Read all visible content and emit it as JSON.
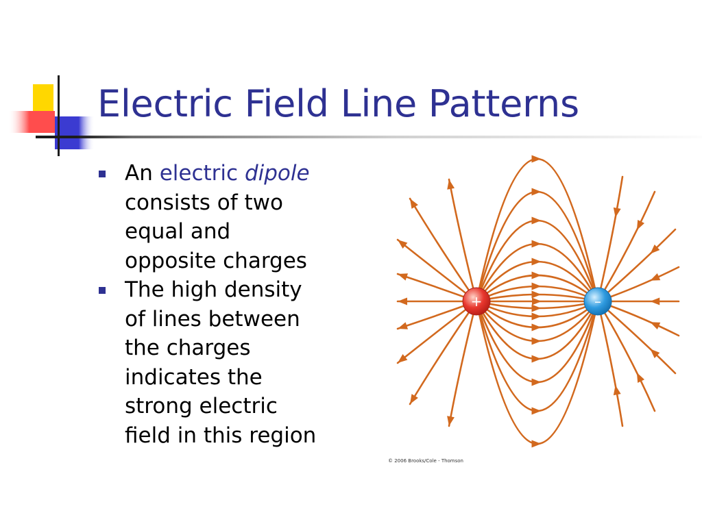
{
  "slide": {
    "title": "Electric Field Line Patterns",
    "bullets": [
      {
        "lines": [
          [
            {
              "text": "An "
            },
            {
              "text": "electric ",
              "style": "accent"
            },
            {
              "text": "dipole",
              "style": "accent italic"
            }
          ],
          [
            {
              "text": "consists of two"
            }
          ],
          [
            {
              "text": "equal and"
            }
          ],
          [
            {
              "text": "opposite charges"
            }
          ]
        ]
      },
      {
        "lines": [
          [
            {
              "text": "The high density"
            }
          ],
          [
            {
              "text": "of lines between"
            }
          ],
          [
            {
              "text": "the charges"
            }
          ],
          [
            {
              "text": "indicates the"
            }
          ],
          [
            {
              "text": "strong electric"
            }
          ],
          [
            {
              "text": "field in this region"
            }
          ]
        ]
      }
    ]
  },
  "diagram": {
    "positive_symbol": "+",
    "negative_symbol": "–",
    "field_line_color": "#d2691e",
    "positive_color": "#e8372e",
    "negative_color": "#2f9be0",
    "credit": "© 2006 Brooks/Cole - Thomson"
  },
  "theme": {
    "title_color": "#2e3192",
    "bullet_color": "#2e3192",
    "deco_yellow": "#ffd700",
    "deco_red": "#ff4d4d",
    "deco_blue": "#3b3bd1"
  }
}
